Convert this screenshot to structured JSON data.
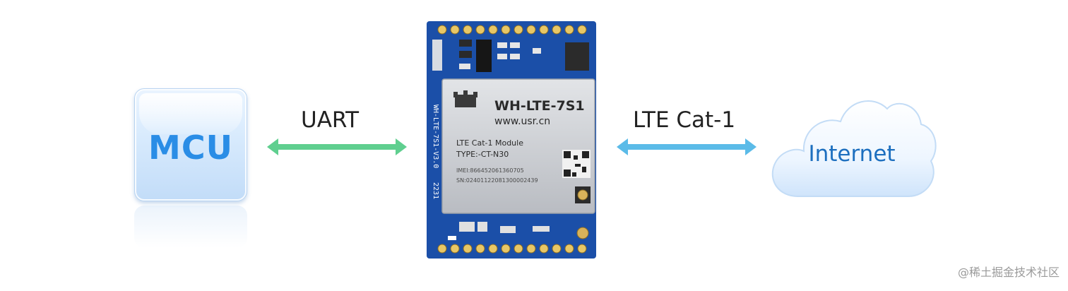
{
  "nodes": {
    "mcu": {
      "label": "MCU"
    },
    "internet": {
      "label": "Internet"
    }
  },
  "links": {
    "uart": {
      "label": "UART",
      "color": "#5fcf8f"
    },
    "lte": {
      "label": "LTE Cat-1",
      "color": "#5bbbe8"
    }
  },
  "module": {
    "title": "WH-LTE-7S1",
    "website": "www.usr.cn",
    "module_name": "LTE Cat-1 Module",
    "type": "TYPE:-CT-N30",
    "imei": "IMEI:866452061360705",
    "sn": "SN:02401122081300002439",
    "side_text": "WH-LTE-7S1-V3.0",
    "date_code": "2231",
    "pcb_color": "#1b4fa8",
    "shield_color": "#c9ccd1"
  },
  "watermark": "@稀土掘金技术社区"
}
